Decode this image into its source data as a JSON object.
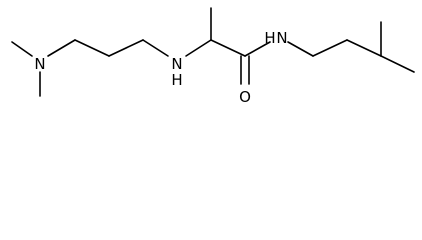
{
  "molecule": {
    "atoms": [
      {
        "id": "n1",
        "symbol": "N"
      },
      {
        "id": "n2",
        "symbol": "N"
      },
      {
        "id": "o1",
        "symbol": "O"
      },
      {
        "id": "n3",
        "symbol": "N"
      },
      {
        "id": "h2",
        "symbol": "H"
      },
      {
        "id": "h3",
        "symbol": "H"
      }
    ],
    "colors": {
      "bond": "#000000",
      "label": "#000000",
      "background": "#ffffff"
    }
  }
}
